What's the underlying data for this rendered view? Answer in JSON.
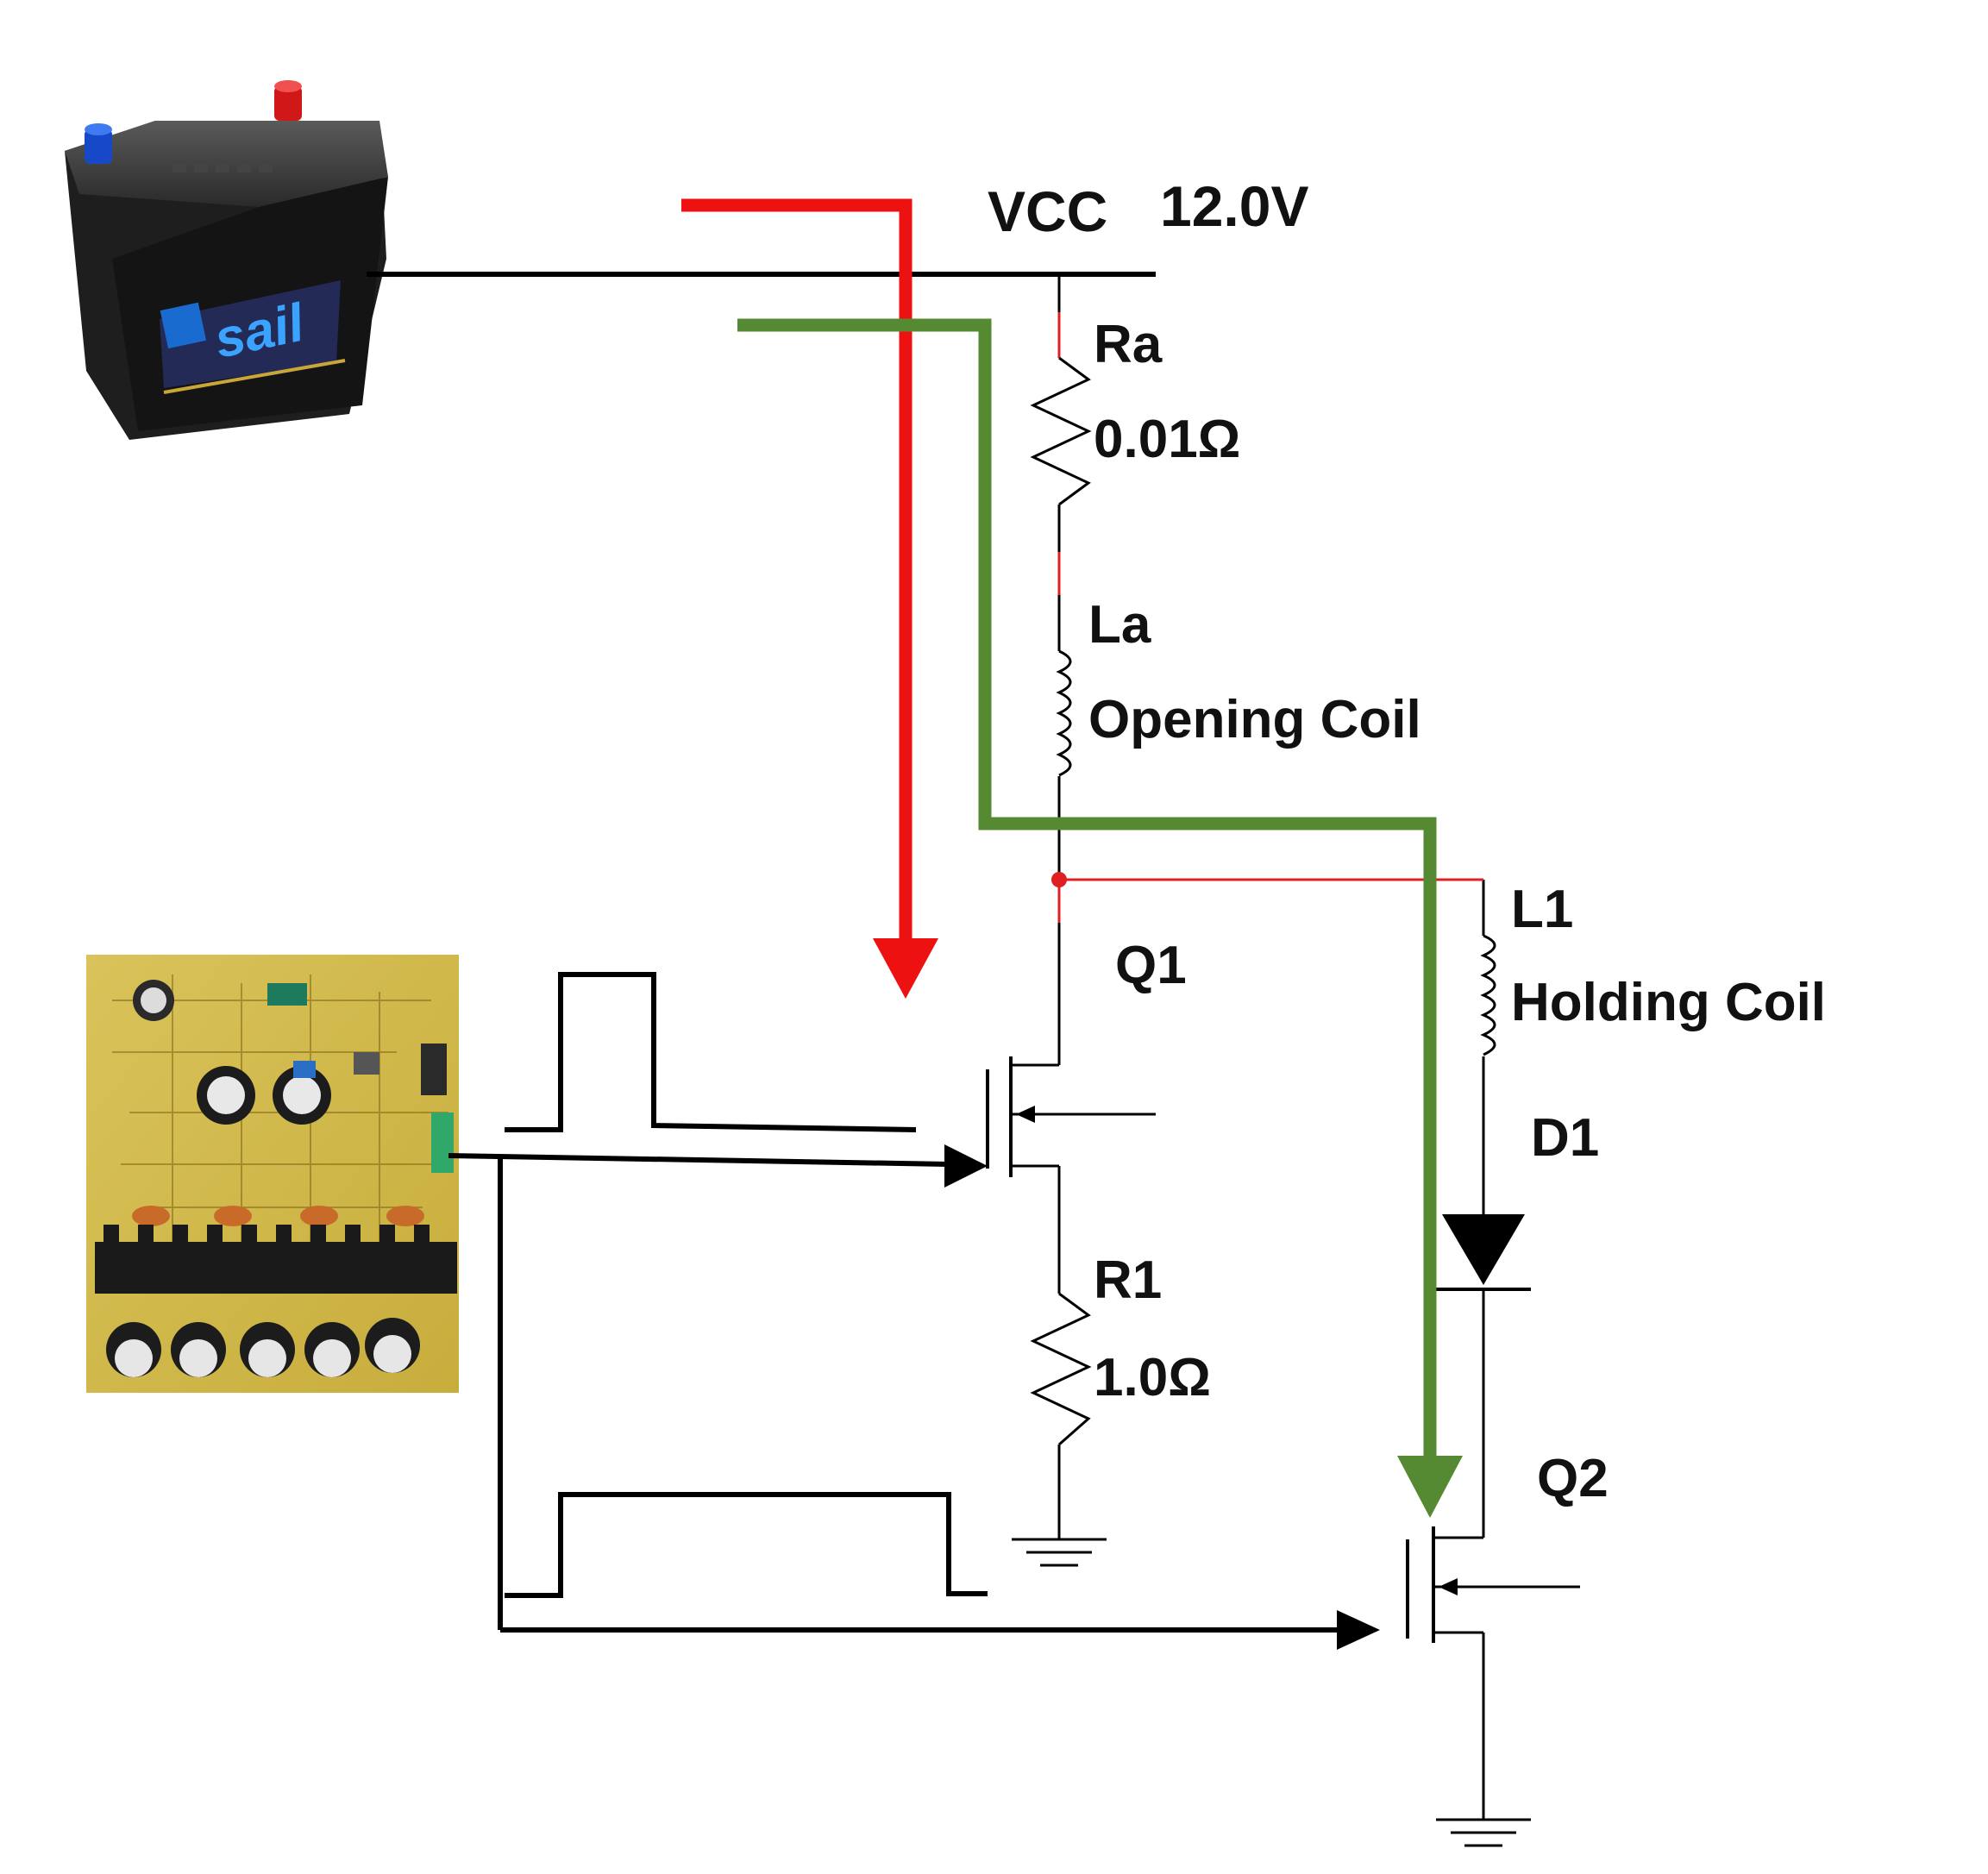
{
  "supply": {
    "name": "VCC",
    "value": "12.0V"
  },
  "battery": {
    "brand_text": "sail"
  },
  "components": {
    "ra": {
      "ref": "Ra",
      "value": "0.01Ω"
    },
    "la": {
      "ref": "La",
      "desc": "Opening Coil"
    },
    "l1": {
      "ref": "L1",
      "desc": "Holding Coil"
    },
    "q1": {
      "ref": "Q1"
    },
    "d1": {
      "ref": "D1"
    },
    "q2": {
      "ref": "Q2"
    },
    "r1": {
      "ref": "R1",
      "value": "1.0Ω"
    }
  },
  "colors": {
    "wire": "#000000",
    "red_path": "#ee1111",
    "green_path": "#568a32",
    "thin_red": "#e02020"
  }
}
